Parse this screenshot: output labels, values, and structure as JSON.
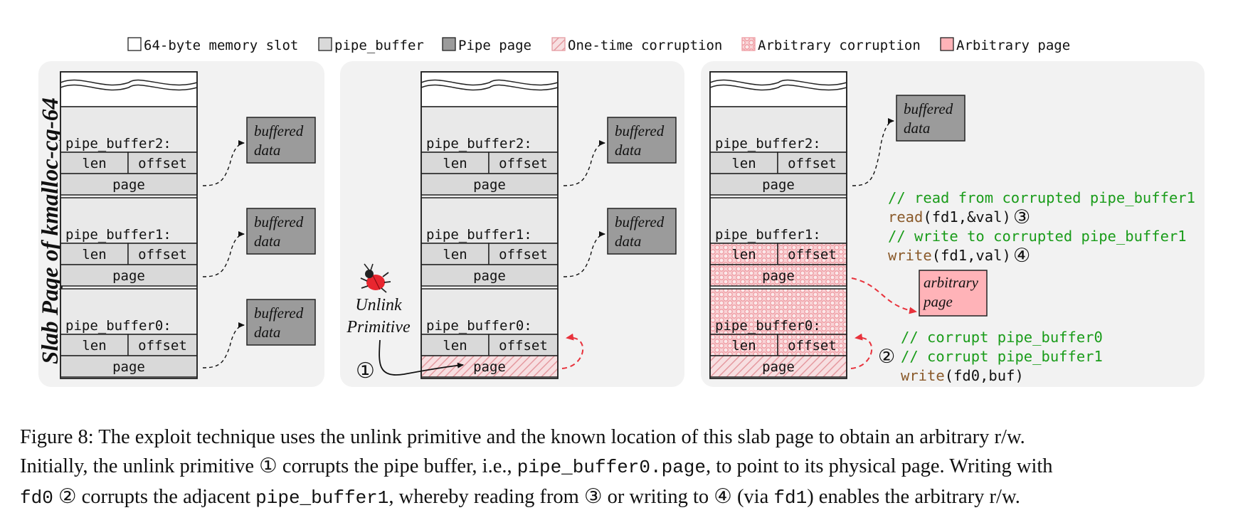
{
  "legend": [
    {
      "key": "slot",
      "label": "64-byte memory slot",
      "swatch": "#ffffff"
    },
    {
      "key": "pipebuf",
      "label": "pipe_buffer",
      "swatch": "#d9d9d9"
    },
    {
      "key": "pipepage",
      "label": "Pipe page",
      "swatch": "#9b9b9b"
    },
    {
      "key": "onetime",
      "label": "One-time corruption",
      "swatch": "hatch"
    },
    {
      "key": "arbcorr",
      "label": "Arbitrary corruption",
      "swatch": "checker"
    },
    {
      "key": "arbpage",
      "label": "Arbitrary page",
      "swatch": "#ffb3b8"
    }
  ],
  "slab_label": "Slab Page of kmalloc-cg-64",
  "field_labels": {
    "len": "len",
    "offset": "offset",
    "page": "page"
  },
  "buffer_names": [
    "pipe_buffer2:",
    "pipe_buffer1:",
    "pipe_buffer0:"
  ],
  "buffered_data": [
    "buffered",
    "data"
  ],
  "arbitrary_page": [
    "arbitrary",
    "page"
  ],
  "unlink": {
    "line1": "Unlink",
    "line2": "Primitive"
  },
  "steps": {
    "s1": "①",
    "s2": "②",
    "s3": "③",
    "s4": "④"
  },
  "code": {
    "c1": "// read from corrupted pipe_buffer1",
    "c2_fn": "read",
    "c2_args": "(fd1,&val)",
    "c3": "// write to corrupted pipe_buffer1",
    "c4_fn": "write",
    "c4_args": "(fd1,val)",
    "c5": "// corrupt pipe_buffer0",
    "c6": "// corrupt pipe_buffer1",
    "c7_fn": "write",
    "c7_args": "(fd0,buf)"
  },
  "caption": {
    "line1": "Figure 8: The exploit technique uses the unlink primitive and the known location of this slab page to obtain an arbitrary r/w.",
    "line2a": "Initially, the unlink primitive ① corrupts the pipe buffer, i.e., ",
    "line2code": "pipe_buffer0.page",
    "line2b": ", to point to its physical page. Writing with",
    "line3code1": "fd0",
    "line3a": " ② corrupts the adjacent ",
    "line3code2": "pipe_buffer1",
    "line3b": ", whereby reading from ③ or writing to ④ (via ",
    "line3code3": "fd1",
    "line3c": ") enables the arbitrary r/w."
  },
  "colors": {
    "panel": "#f2f2f2",
    "pipe_buffer": "#d9d9d9",
    "pipe_page": "#9b9b9b",
    "arbitrary_page": "#ffb3b8",
    "corruption": "#e86a72",
    "code_comment": "#1a9c1a",
    "code_fn": "#8a5a2a",
    "arrow_red": "#e8323c"
  },
  "icons": [
    "bug-icon"
  ]
}
